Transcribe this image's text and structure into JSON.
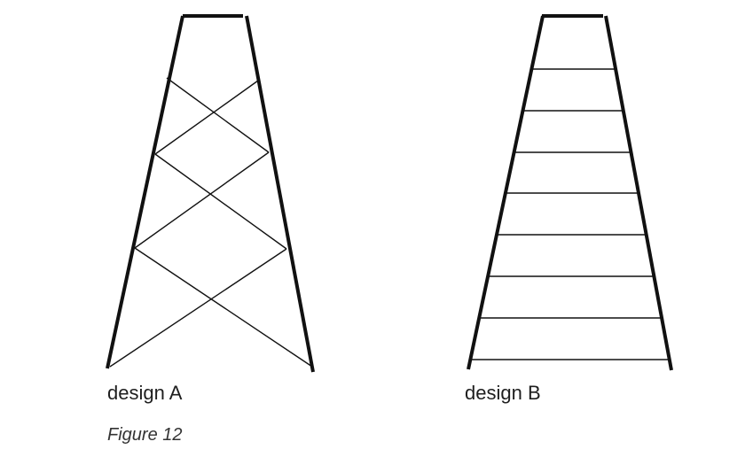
{
  "designs": {
    "a": {
      "label": "design A"
    },
    "b": {
      "label": "design B"
    }
  },
  "figure": {
    "caption": "Figure 12"
  }
}
